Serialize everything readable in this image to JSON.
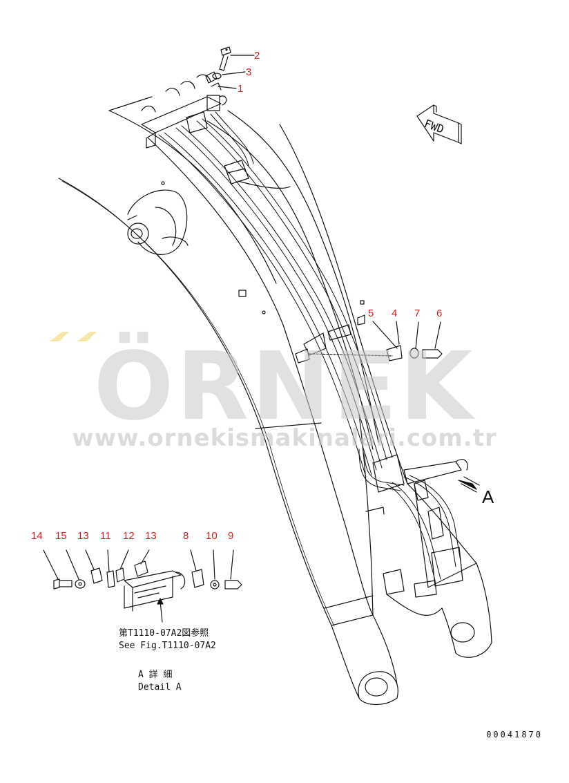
{
  "callouts": [
    {
      "id": "c2",
      "text": "2"
    },
    {
      "id": "c3",
      "text": "3"
    },
    {
      "id": "c1",
      "text": "1"
    },
    {
      "id": "c5",
      "text": "5"
    },
    {
      "id": "c4",
      "text": "4"
    },
    {
      "id": "c7",
      "text": "7"
    },
    {
      "id": "c6",
      "text": "6"
    },
    {
      "id": "c14",
      "text": "14"
    },
    {
      "id": "c15",
      "text": "15"
    },
    {
      "id": "c13a",
      "text": "13"
    },
    {
      "id": "c11",
      "text": "11"
    },
    {
      "id": "c12",
      "text": "12"
    },
    {
      "id": "c13b",
      "text": "13"
    },
    {
      "id": "c8",
      "text": "8"
    },
    {
      "id": "c10",
      "text": "10"
    },
    {
      "id": "c9",
      "text": "9"
    }
  ],
  "fwd_label": "FWD",
  "detail_letter": "A",
  "see_fig_jp": "第T1110-07A2図参照",
  "see_fig_en": "See Fig.T1110-07A2",
  "detail_jp": "A 詳 細",
  "detail_en": "Detail A",
  "doc_number": "00041870",
  "watermark": {
    "brand": "ÖRNEK",
    "url": "www.ornekismakinalari.com.tr",
    "color": "#c8c8c8",
    "accent": "#f6e7a8"
  },
  "colors": {
    "callout": "#d11f1f",
    "line": "#111111"
  }
}
